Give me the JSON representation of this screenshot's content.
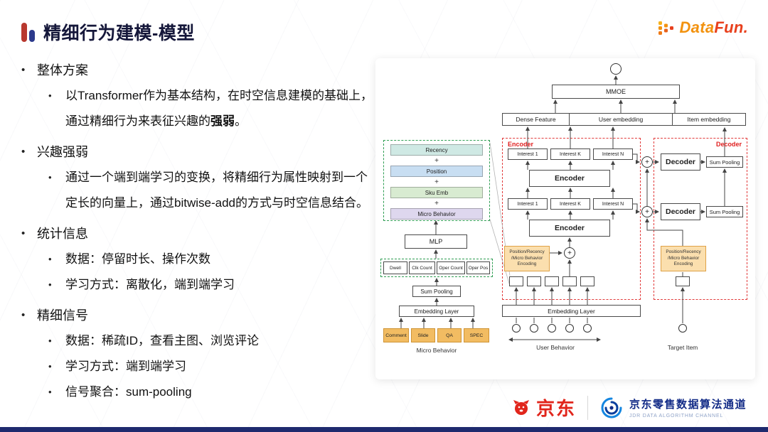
{
  "slide": {
    "title": "精细行为建模-模型",
    "brand": {
      "part1": "Data",
      "part2": "Fun."
    },
    "bullets": [
      {
        "text": "整体方案"
      },
      {
        "pre": "以Transformer作为基本结构，在时空信息建模的基础上，通过精细行为来表征兴趣的",
        "bold": "强弱",
        "post": "。"
      },
      {
        "text": "兴趣强弱"
      },
      {
        "text": "通过一个端到端学习的变换，将精细行为属性映射到一个定长的向量上，通过bitwise-add的方式与时空信息结合。"
      },
      {
        "text": "统计信息"
      },
      {
        "text": "数据：停留时长、操作次数"
      },
      {
        "text": "学习方式：离散化，端到端学习"
      },
      {
        "text": "精细信号"
      },
      {
        "text": "数据：稀疏ID，查看主图、浏览评论"
      },
      {
        "text": "学习方式：端到端学习"
      },
      {
        "text": "信号聚合：sum-pooling"
      }
    ],
    "footer": {
      "jd_text": "京东",
      "channel_cn": "京东零售数据算法通道",
      "channel_en": "JDR DATA ALGORITHM CHANNEL"
    }
  },
  "diagram": {
    "mmoe": "MMOE",
    "dense_feature": "Dense Feature",
    "user_embedding": "User embedding",
    "item_embedding": "Item embedding",
    "recency": "Recency",
    "position": "Position",
    "sku_emb": "Sku Emb",
    "micro_behavior": "Micro Behavior",
    "plus": "+",
    "mlp": "MLP",
    "dwell": "Dwell",
    "clk_count": "Clk Count",
    "oper_count": "Oper Count",
    "oper_pos": "Oper Pos",
    "sum_pooling": "Sum Pooling",
    "embedding_layer": "Embedding Layer",
    "comment": "Comment",
    "slide_item": "Slide",
    "qa": "QA",
    "spec": "SPEC",
    "encoder": "Encoder",
    "decoder": "Decoder",
    "interest_1": "Interest 1",
    "interest_k": "Interest K",
    "interest_n": "Interest N",
    "pos_recency_encoding": "Position/Recency /Micro Behavior Encoding",
    "user_behavior": "User Behavior",
    "target_item": "Target Item"
  },
  "colors": {
    "jd_red": "#e1251b",
    "title_navy": "#15173a",
    "datafun_orange": "#f2920f",
    "datafun_red": "#e8401d",
    "encoder_label_red": "#e02020",
    "region_green_dash": "#2f9e53",
    "region_red_dash": "#e23b3b",
    "encoding_orange_fill": "#fbdfae",
    "behavior_orange_fill": "#f2bc62",
    "recency_fill": "#cfe9e4",
    "position_fill": "#c8def2",
    "sku_fill": "#d8ebd1",
    "micro_fill": "#ded7ee",
    "channel_navy": "#122b87",
    "bottom_bar_navy": "#1e2a6e"
  }
}
